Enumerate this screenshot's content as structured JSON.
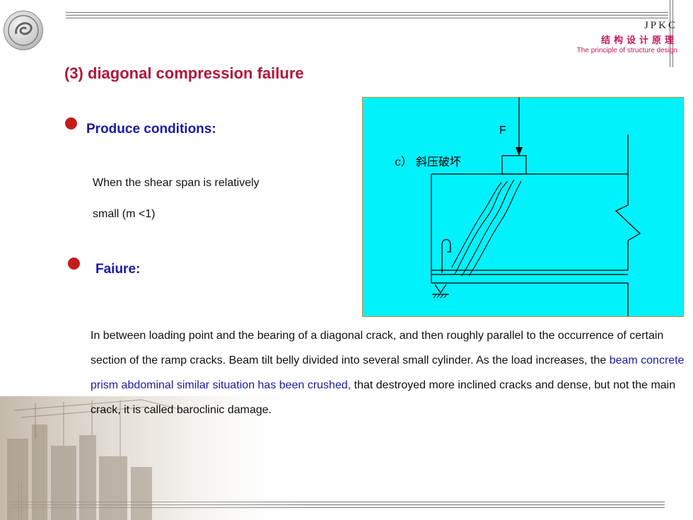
{
  "brand": {
    "code": "JPKC",
    "title_cn": "结构设计原理",
    "subtitle": "The principle of structure design"
  },
  "title": "(3) diagonal compression failure",
  "section1": {
    "heading": "Produce conditions:",
    "text_line1": "When the shear span is relatively",
    "text_line2": "small (m <1)"
  },
  "section2": {
    "heading": "Faiure:"
  },
  "figure": {
    "load_label": "F",
    "caption": "c） 斜压破坏"
  },
  "body": {
    "part1": "In between loading point and the bearing of a diagonal crack, and then roughly parallel to the occurrence of certain section of the ramp cracks. Beam tilt belly divided into several small cylinder. As the load increases, the ",
    "highlight": "beam concrete prism abdominal similar situation has been crushed,",
    "part2": " that destroyed more inclined cracks and dense, but not the main crack, it is called baroclinic damage."
  },
  "colors": {
    "title": "#b0163c",
    "heading": "#1a1aa8",
    "bullet": "#c51b1b",
    "figure_bg": "#00f2fc"
  }
}
